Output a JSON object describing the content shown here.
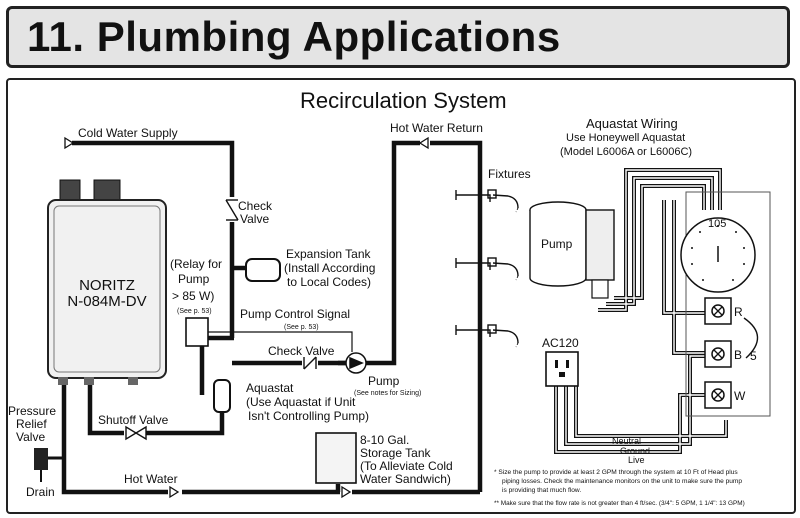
{
  "header": {
    "title": "11. Plumbing Applications"
  },
  "diagram": {
    "title": "Recirculation System",
    "cold_water_supply": "Cold Water Supply",
    "hot_water_return": "Hot Water Return",
    "fixtures": "Fixtures",
    "heater_brand": "NORITZ",
    "heater_model": "N-084M-DV",
    "check_valve_top_1": "Check",
    "check_valve_top_2": "Valve",
    "relay_1": "(Relay for",
    "relay_2": "Pump",
    "relay_3": "> 85 W)",
    "relay_ref": "(See p. 53)",
    "expansion_1": "Expansion Tank",
    "expansion_2": "(Install According",
    "expansion_3": "to Local Codes)",
    "pump_control": "Pump  Control Signal",
    "pump_control_ref": "(See p. 53)",
    "check_valve_mid": "Check Valve",
    "pump_label": "Pump",
    "pump_note": "(See notes for Sizing)",
    "aquastat_1": "Aquastat",
    "aquastat_2": "(Use Aquastat if Unit",
    "aquastat_3": "Isn't Controlling Pump)",
    "pressure_1": "Pressure",
    "pressure_2": "Relief",
    "pressure_3": "Valve",
    "drain": "Drain",
    "shutoff": "Shutoff Valve",
    "hot_water": "Hot Water",
    "storage_1": "8-10 Gal.",
    "storage_2": "Storage Tank",
    "storage_3": "(To Alleviate Cold",
    "storage_4": "Water Sandwich)"
  },
  "wiring": {
    "title": "Aquastat Wiring",
    "subtitle_1": "Use Honeywell Aquastat",
    "subtitle_2": "(Model L6006A or L6006C)",
    "pump": "Pump",
    "dial_value": "105",
    "terminal_r": "R",
    "terminal_b": "B",
    "terminal_w": "W",
    "jumper": "5",
    "ac": "AC120",
    "neutral": "Neutral",
    "ground": "Ground",
    "live": "Live"
  },
  "notes": {
    "note_1a": "*  Size the pump to provide at least 2 GPM through the system at 10 Ft of Head plus",
    "note_1b": "piping losses. Check the maintenance monitors on the unit to make sure the pump",
    "note_1c": "is providing that much flow.",
    "note_2": "** Make sure that the flow rate is not greater than 4 ft/sec. (3/4\": 5 GPM, 1 1/4\": 13 GPM)"
  }
}
